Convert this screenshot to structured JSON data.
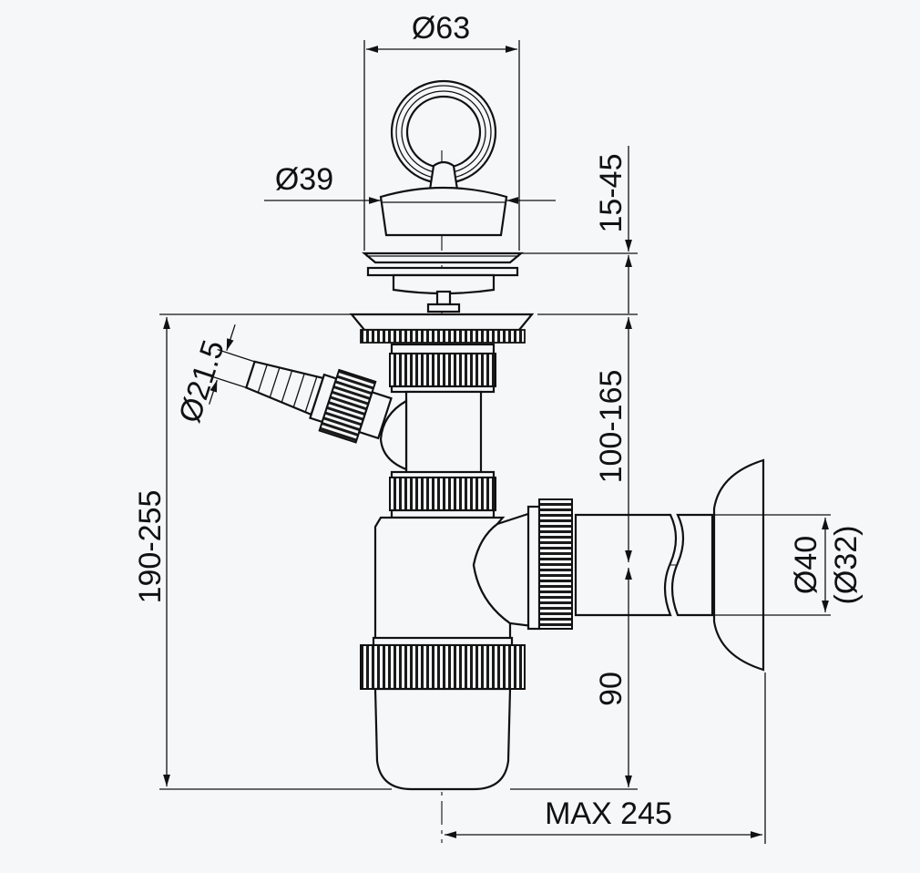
{
  "labels": {
    "d63": "Ø63",
    "d39": "Ø39",
    "h15_45": "15-45",
    "d21_5": "Ø21.5",
    "h100_165": "100-165",
    "h190_255": "190-255",
    "d40": "Ø40",
    "d32": "(Ø32)",
    "h90": "90",
    "max245": "MAX 245"
  },
  "colors": {
    "ink": "#111111",
    "background": "#f6f7f9",
    "knurl": "#2a2a2a"
  }
}
